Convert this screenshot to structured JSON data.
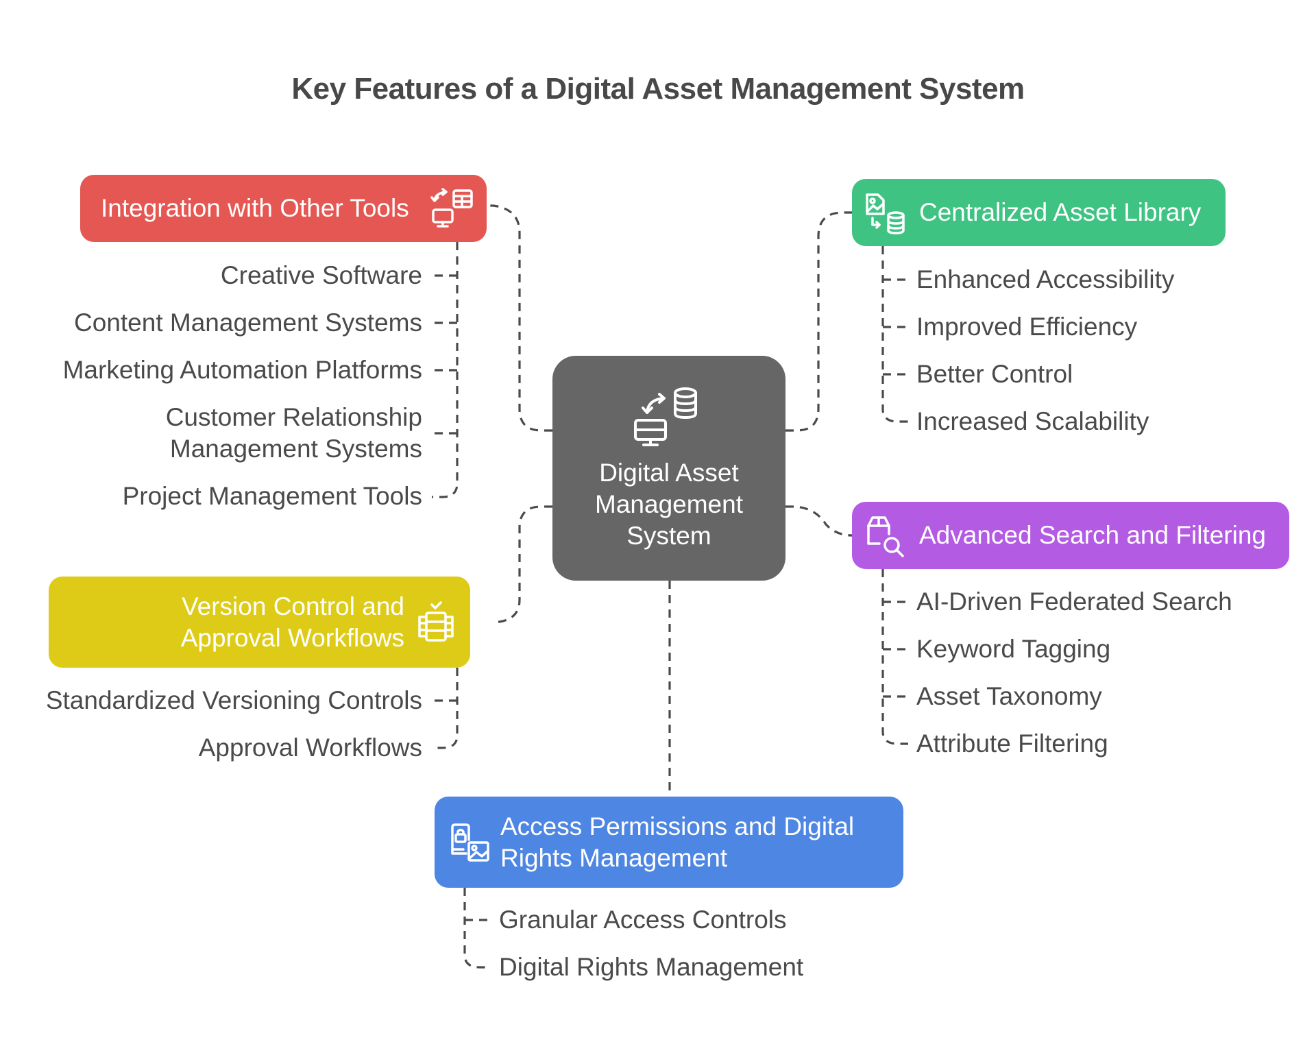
{
  "title": "Key Features of a Digital Asset Management System",
  "center": {
    "label": "Digital Asset Management System",
    "icon": "computer-database-sync-icon",
    "color": "#666666"
  },
  "branches": [
    {
      "id": "integration",
      "label": "Integration with Other Tools",
      "icon": "computer-table-sync-icon",
      "color": "#E45752",
      "children": [
        "Creative Software",
        "Content Management Systems",
        "Marketing Automation Platforms",
        "Customer Relationship Management Systems",
        "Project Management Tools"
      ]
    },
    {
      "id": "library",
      "label": "Centralized Asset Library",
      "icon": "image-to-database-icon",
      "color": "#3EC383",
      "children": [
        "Enhanced Accessibility",
        "Improved Efficiency",
        "Better Control",
        "Increased Scalability"
      ]
    },
    {
      "id": "search",
      "label": "Advanced Search and Filtering",
      "icon": "package-search-icon",
      "color": "#B45BE3",
      "children": [
        "AI-Driven Federated Search",
        "Keyword Tagging",
        "Asset Taxonomy",
        "Attribute Filtering"
      ]
    },
    {
      "id": "version",
      "label": "Version Control and Approval Workflows",
      "icon": "stacked-layers-check-icon",
      "color": "#DECB18",
      "children": [
        "Standardized Versioning Controls",
        "Approval Workflows"
      ]
    },
    {
      "id": "access",
      "label": "Access Permissions and Digital Rights Management",
      "icon": "locked-device-image-icon",
      "color": "#4E86E3",
      "children": [
        "Granular Access Controls",
        "Digital Rights Management"
      ]
    }
  ]
}
